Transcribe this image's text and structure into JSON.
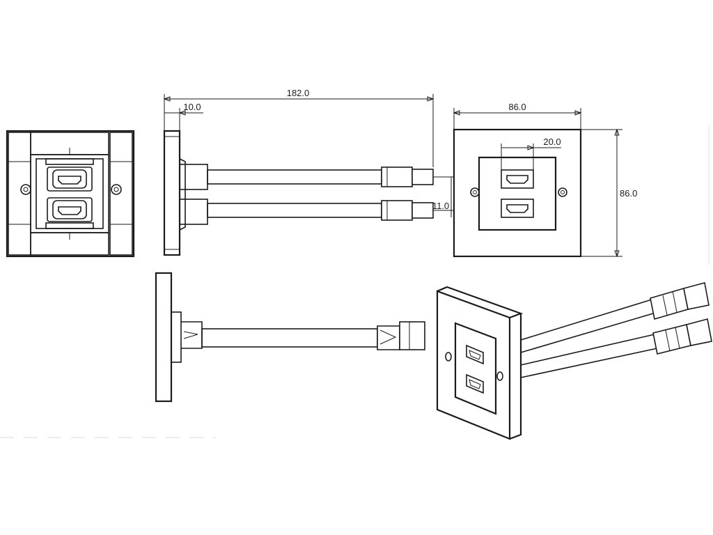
{
  "drawing": {
    "dimensions": {
      "overall_length": "182.0",
      "plate_thickness": "10.0",
      "plate_width": "86.0",
      "plate_height": "86.0",
      "insert_width": "20.0",
      "cable_pitch": "11.0"
    },
    "views": [
      "front-view-rear",
      "side-view-top",
      "front-view-with-dimensions",
      "side-view-bottom",
      "isometric-view"
    ],
    "port_type": "HDMI",
    "port_count": 2
  }
}
